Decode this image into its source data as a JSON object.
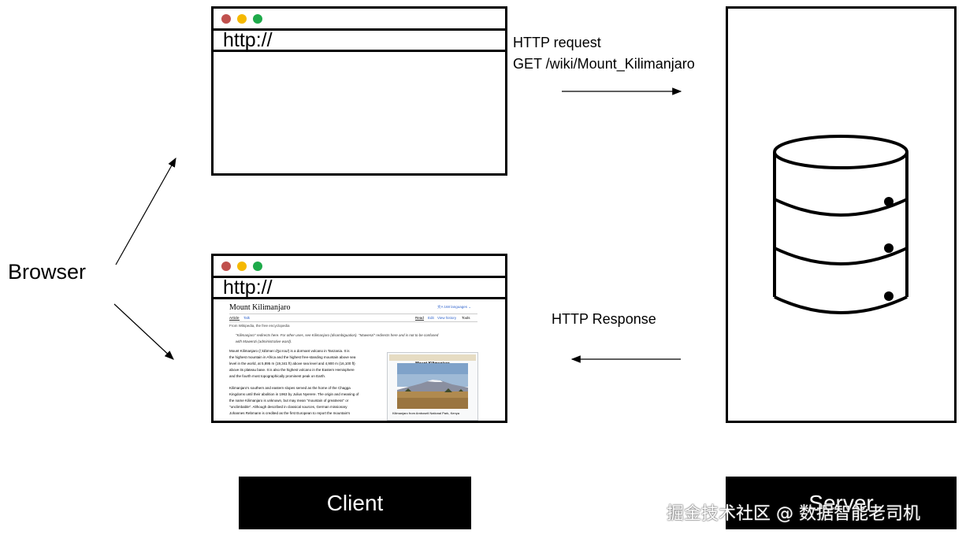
{
  "browser_label": "Browser",
  "client": {
    "empty_window": {
      "address": "http://"
    },
    "loaded_window": {
      "address": "http://",
      "article": {
        "title": "Mount Kilimanjaro",
        "languages": "168 languages",
        "tabs": [
          "Article",
          "Talk"
        ],
        "actions": [
          "Read",
          "Edit",
          "View history",
          "Tools"
        ],
        "tagline": "From Wikipedia, the free encyclopedia",
        "hatnote_1": "\"Kilimanjaro\" redirects here. For other uses, see Kilimanjaro (disambiguation). \"Mawenzi\" redirects here and is not to be confused",
        "hatnote_2": "with Mawenzi (administrative ward).",
        "para1": [
          "Mount Kilimanjaro (/ˌkɪlɪmənˈdʒɑːroʊ/) is a dormant volcano in Tanzania. It is",
          "the highest mountain in Africa and the highest free-standing mountain above sea",
          "level in the world, at 5,895 m (19,341 ft) above sea level and 4,900 m (16,100 ft)",
          "above its plateau base. It is also the highest volcano in the Eastern Hemisphere",
          "and the fourth most topographically prominent peak on Earth."
        ],
        "para2": [
          "Kilimanjaro's southern and eastern slopes served as the home of the Chagga",
          "Kingdoms until their abolition in 1963 by Julius Nyerere. The origin and meaning of",
          "the name Kilimanjaro is unknown, but may mean \"mountain of greatness\" or",
          "\"unclimbable\". Although described in classical sources, German missionary",
          "Johannes Rebmann is credited as the first European to report the mountain's"
        ],
        "infobox_title": "Mount Kilimanjaro",
        "infobox_caption": "Kilimanjaro from Amboseli National Park, Kenya"
      }
    },
    "label": "Client"
  },
  "request": {
    "line1": "HTTP request",
    "line2": "GET /wiki/Mount_Kilimanjaro"
  },
  "response": {
    "label": "HTTP Response"
  },
  "server": {
    "label": "Server"
  },
  "watermark": "掘金技术社区 @ 数据智能老司机",
  "colors": {
    "dot_red": "#c0504d",
    "dot_yellow": "#f5b800",
    "dot_green": "#1eaa4a",
    "link": "#3366cc"
  }
}
